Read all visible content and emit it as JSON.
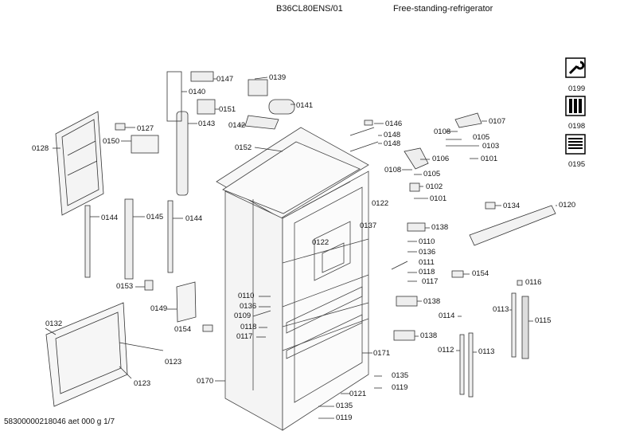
{
  "header": {
    "model": "B36CL80ENS/01",
    "product": "Free-standing-refrigerator"
  },
  "footer": {
    "doc_code": "58300000218046 aet 000 g 1/7"
  },
  "side_icons": [
    {
      "name": "wrench-tool-icon",
      "number": "0199"
    },
    {
      "name": "tools-kit-icon",
      "number": "0198"
    },
    {
      "name": "coil-heater-icon",
      "number": "0195"
    }
  ],
  "parts": {
    "p0147": "0147",
    "p0139": "0139",
    "p0140": "0140",
    "p0151": "0151",
    "p0141": "0141",
    "p0143": "0143",
    "p0142": "0142",
    "p0127": "0127",
    "p0128": "0128",
    "p0150": "0150",
    "p0152": "0152",
    "p0146": "0146",
    "p0148a": "0148",
    "p0148b": "0148",
    "p0107": "0107",
    "p0108a": "0108",
    "p0105a": "0105",
    "p0103": "0103",
    "p0101a": "0101",
    "p0106": "0106",
    "p0108b": "0108",
    "p0105b": "0105",
    "p0102": "0102",
    "p0101b": "0101",
    "p0144a": "0144",
    "p0145": "0145",
    "p0144b": "0144",
    "p0122a": "0122",
    "p0137": "0137",
    "p0134": "0134",
    "p0120": "0120",
    "p0138a": "0138",
    "p0122b": "0122",
    "p0110a": "0110",
    "p0136a": "0136",
    "p0111": "0111",
    "p0118a": "0118",
    "p0117a": "0117",
    "p0154a": "0154",
    "p0153": "0153",
    "p0149": "0149",
    "p0110b": "0110",
    "p0136b": "0136",
    "p0109": "0109",
    "p0116": "0116",
    "p0138b": "0138",
    "p0113a": "0113",
    "p0115": "0115",
    "p0154b": "0154",
    "p0118b": "0118",
    "p0117b": "0117",
    "p0114": "0114",
    "p0132": "0132",
    "p0138c": "0138",
    "p0112": "0112",
    "p0113b": "0113",
    "p0171": "0171",
    "p0123a": "0123",
    "p0135a": "0135",
    "p0119a": "0119",
    "p0170": "0170",
    "p0123b": "0123",
    "p0121": "0121",
    "p0135b": "0135",
    "p0119b": "0119"
  }
}
